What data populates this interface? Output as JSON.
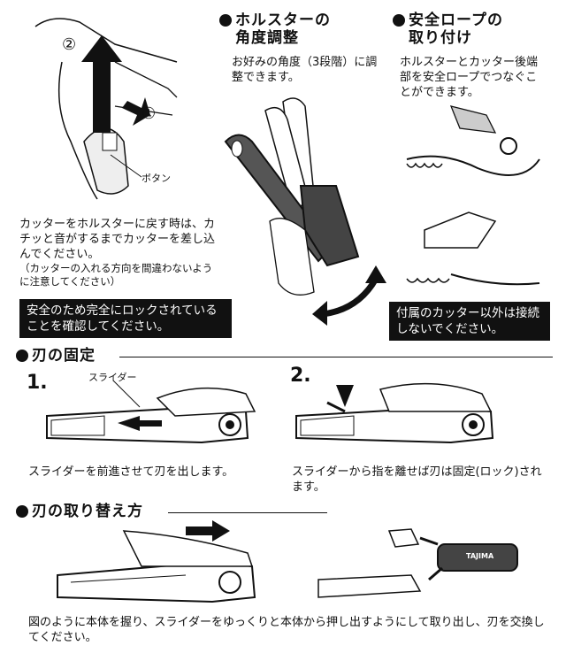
{
  "top": {
    "step_labels": [
      "②",
      "①"
    ],
    "button_label": "ボタン",
    "holster_text": "カッターをホルスターに戻す時は、カチッと音がするまでカッターを差し込んでください。",
    "holster_note": "（カッターの入れる方向を間違わないように注意してください）",
    "lock_warning": "安全のため完全にロックされていることを確認してください。"
  },
  "angle": {
    "title_line1": "ホルスターの",
    "title_line2": "角度調整",
    "text": "お好みの角度（3段階）に調整できます。"
  },
  "rope": {
    "title_line1": "安全ロープの",
    "title_line2": "取り付け",
    "text": "ホルスターとカッター後端部を安全ロープでつなぐことができます。",
    "warning": "付属のカッター以外は接続しないでください。"
  },
  "blade_lock": {
    "title": "刃の固定",
    "step1_num": "1.",
    "step2_num": "2.",
    "slider_label": "スライダー",
    "step1_text": "スライダーを前進させて刃を出します。",
    "step2_text": "スライダーから指を離せば刃は固定(ロック)されます。"
  },
  "blade_change": {
    "title": "刃の取り替え方",
    "text": "図のように本体を握り、スライダーをゆっくりと本体から押し出すようにして取り出し、刃を交換してください。",
    "brand_mark": "TAJIMA"
  },
  "icons": [
    "arrow-up-icon",
    "arrow-right-icon",
    "rotate-arrow-icon",
    "attention-mark-icon",
    "bullet-icon"
  ]
}
